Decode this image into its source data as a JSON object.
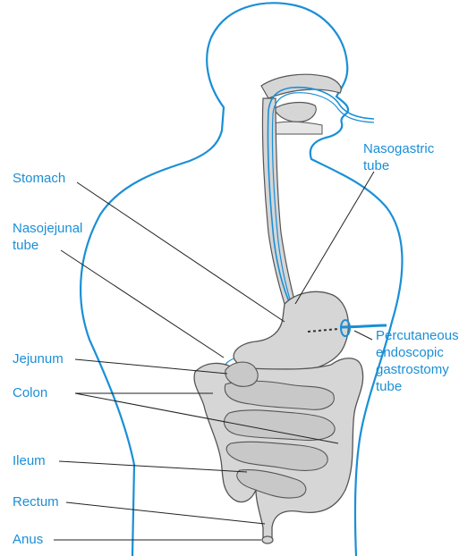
{
  "colors": {
    "outline": "#1a8fd6",
    "label_text": "#1a8fd6",
    "organ_fill": "#d6d6d6",
    "organ_stroke": "#555555",
    "leader_line": "#222222",
    "tube": "#1a8fd6"
  },
  "labels": {
    "stomach": "Stomach",
    "nasojejunal_1": "Nasojejunal",
    "nasojejunal_2": "tube",
    "nasogastric_1": "Nasogastric",
    "nasogastric_2": "tube",
    "peg_1": "Percutaneous",
    "peg_2": "endoscopic",
    "peg_3": "gastrostomy",
    "peg_4": "tube",
    "jejunum": "Jejunum",
    "colon": "Colon",
    "ileum": "Ileum",
    "rectum": "Rectum",
    "anus": "Anus"
  }
}
